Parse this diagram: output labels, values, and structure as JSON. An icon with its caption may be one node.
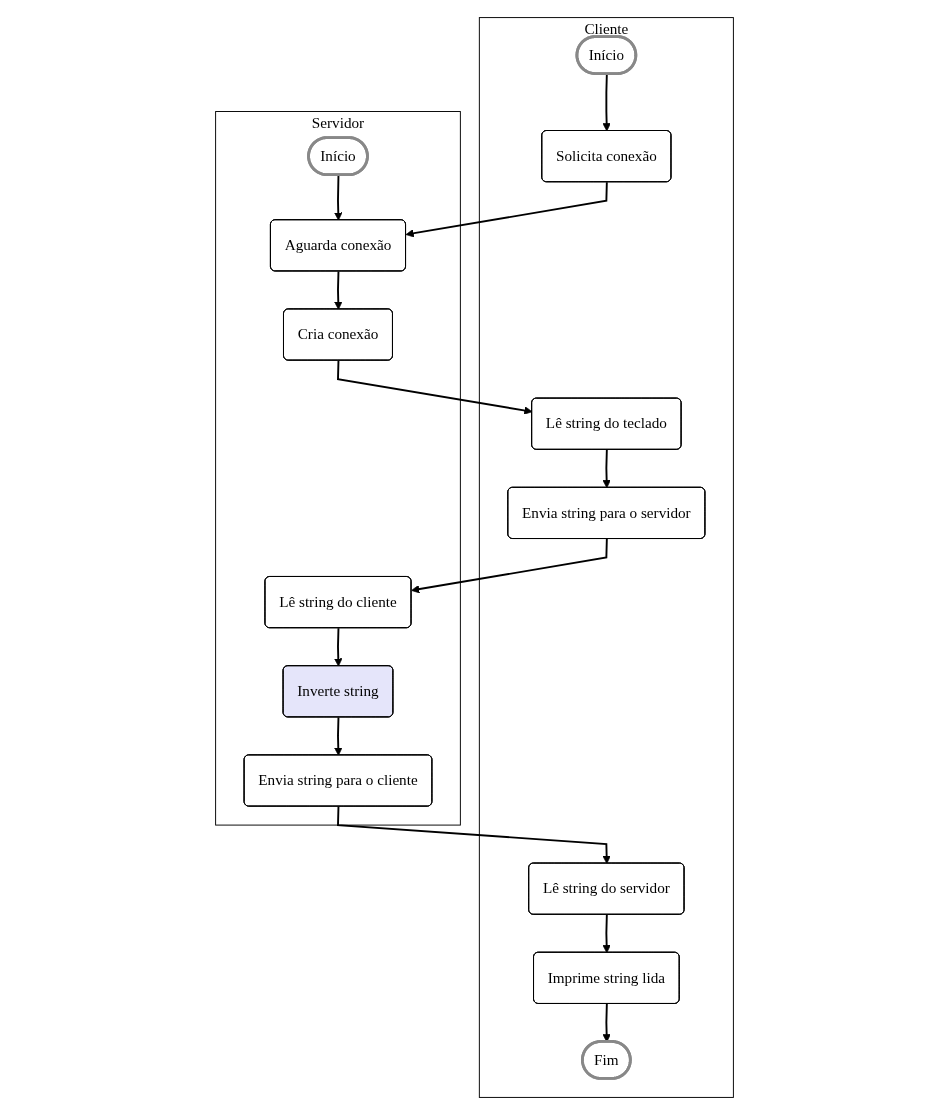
{
  "diagram": {
    "nodes": [
      {
        "text": [
          "Cliente"
        ]
      },
      {
        "text": [
          "Servidor"
        ]
      },
      {
        "text": [
          "Início"
        ],
        "in": 0
      },
      {
        "text": [
          "Solicita conexão"
        ],
        "in": 0
      },
      {
        "text": [
          "Lê string do teclado"
        ],
        "in": 0
      },
      {
        "text": [
          "Envia string para o servidor"
        ],
        "in": 0
      },
      {
        "text": [
          "Lê string do servidor"
        ],
        "in": 0
      },
      {
        "text": [
          "Imprime string lida"
        ],
        "in": 0
      },
      {
        "text": [
          "Fim"
        ],
        "in": 0
      },
      {
        "text": [
          "Início"
        ],
        "in": 1
      },
      {
        "text": [
          "Aguarda conexão"
        ],
        "in": 1
      },
      {
        "text": [
          "Cria conexão"
        ],
        "in": 1
      },
      {
        "text": [
          "Lê string do cliente"
        ],
        "in": 1
      },
      {
        "text": [
          "Inverte string"
        ],
        "in": 1
      },
      {
        "text": [
          "Envia string para o cliente"
        ],
        "in": 1
      }
    ],
    "edges": [
      {
        "from": 2,
        "to": 3,
        "arrow": "to"
      },
      {
        "from": 3,
        "to": 10,
        "arrow": "to"
      },
      {
        "from": 9,
        "to": 10,
        "arrow": "to"
      },
      {
        "from": 10,
        "to": 11,
        "arrow": "to"
      },
      {
        "from": 11,
        "to": 4,
        "arrow": "to"
      },
      {
        "from": 4,
        "to": 5,
        "arrow": "to"
      },
      {
        "from": 5,
        "to": 12,
        "arrow": "to"
      },
      {
        "from": 12,
        "to": 13,
        "arrow": "to"
      },
      {
        "from": 13,
        "to": 14,
        "arrow": "to"
      },
      {
        "from": 14,
        "to": 6,
        "arrow": "to"
      },
      {
        "from": 6,
        "to": 7,
        "arrow": "to"
      },
      {
        "from": 7,
        "to": 8,
        "arrow": "to"
      }
    ]
  }
}
